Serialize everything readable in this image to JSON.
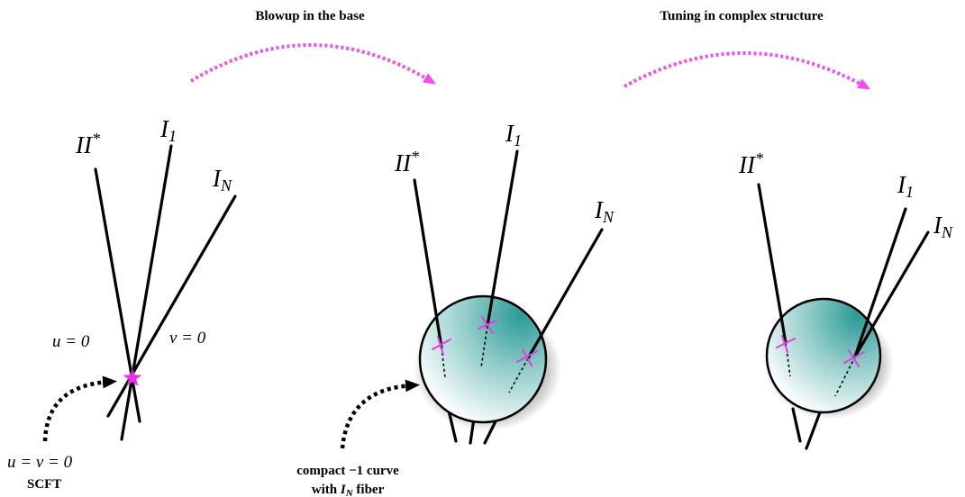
{
  "headings": {
    "blowup": "Blowup in the base",
    "tuning": "Tuning in complex structure"
  },
  "fibers": {
    "II_star": {
      "main": "II",
      "sup": "*"
    },
    "I_1": {
      "main": "I",
      "sub": "1"
    },
    "I_N": {
      "main": "I",
      "sub": "N"
    }
  },
  "labels": {
    "u_eq_0": "u = 0",
    "v_eq_0": "v = 0",
    "u_eq_v_eq_0": "u = v = 0",
    "scft": "SCFT",
    "compact_curve": "compact −1 curve",
    "with_fiber_prefix": "with ",
    "with_fiber_main": "I",
    "with_fiber_sub": "N",
    "with_fiber_suffix": " fiber"
  },
  "colors": {
    "accent_pink": "#f04cf0",
    "sphere_teal": "#2a9a96",
    "marker_magenta": "#e040e0"
  }
}
